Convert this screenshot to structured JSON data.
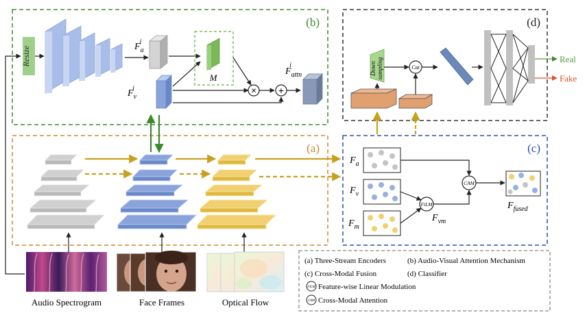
{
  "panels": {
    "b": "(b)",
    "d": "(d)",
    "a": "(a)",
    "c": "(c)"
  },
  "panel_b": {
    "resize": "Resize",
    "f_a": "F",
    "f_a_sub": "a",
    "f_a_sup": "i",
    "f_v": "F",
    "f_v_sub": "v",
    "f_v_sup": "i",
    "mask": "M",
    "f_attn": "F",
    "f_attn_sub": "attn",
    "f_attn_sup": "i",
    "multiply": "×",
    "add": "+"
  },
  "panel_d": {
    "down_sampling_1": "Down",
    "down_sampling_2": "sampling",
    "cat": "Cat",
    "real": "Real",
    "fake": "Fake"
  },
  "panel_c": {
    "f_a": "F",
    "f_a_sub": "a",
    "f_v": "F",
    "f_v_sub": "v",
    "f_m": "F",
    "f_m_sub": "m",
    "film": "FiLM",
    "cam": "CAM",
    "f_vm": "F",
    "f_vm_sub": "vm",
    "f_fused": "F",
    "f_fused_sub": "fused"
  },
  "inputs": {
    "audio": "Audio Spectrogram",
    "face": "Face Frames",
    "flow": "Optical Flow"
  },
  "legend": {
    "a": "(a)  Three-Stream Encoders",
    "b": "(b)  Audio-Visual Attention Mechanism",
    "c": "(c)  Cross-Modal Fusion",
    "d": "(d)  Classifier",
    "film_icon": "FiLM",
    "film": "Feature-wise Linear Modulation",
    "cam_icon": "CAM",
    "cam": "Cross-Modal Attention"
  },
  "colors": {
    "green_border": "#3a8a2a",
    "orange_border": "#d4862a",
    "blue_border": "#2a4db0",
    "black_border": "#333333",
    "grey_border": "#888888",
    "blue_layer": "#8aa4db",
    "grey_layer": "#d0d0d0",
    "yellow_layer": "#f0d070",
    "gold_arrow": "#c8a020",
    "green_arrow": "#3a8a2a",
    "real": "#5a9a3a",
    "fake": "#e0502a"
  }
}
